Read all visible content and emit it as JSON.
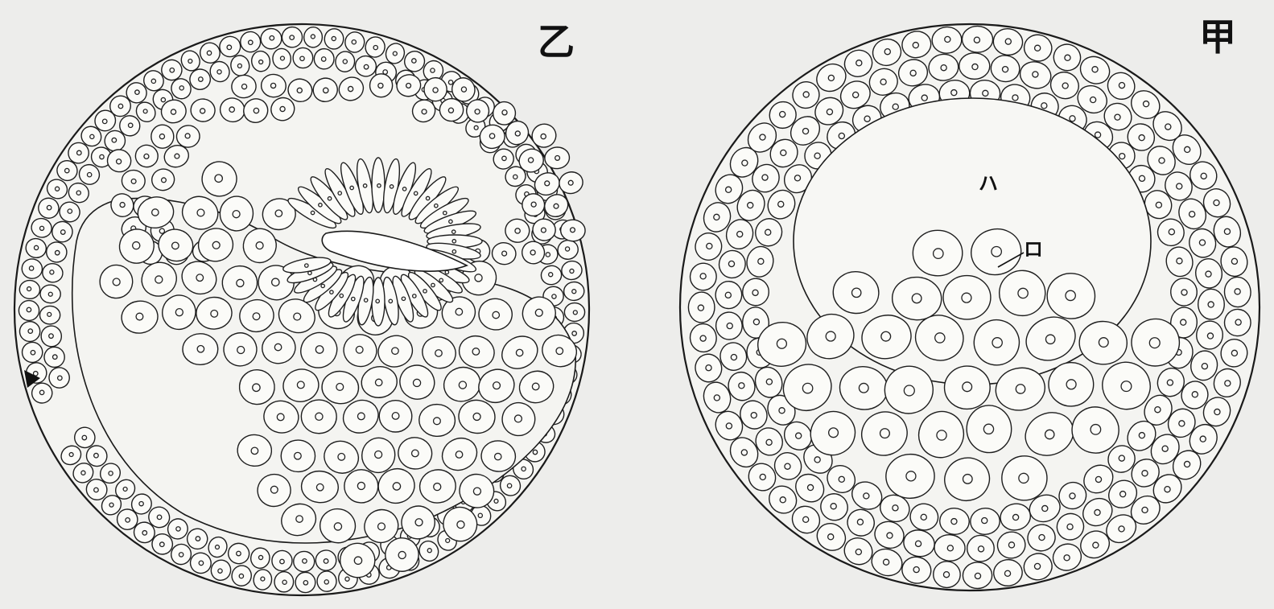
{
  "figure": {
    "panels": [
      {
        "id": "yi",
        "label": "乙",
        "stage": "gastrula-invaginating"
      },
      {
        "id": "jia",
        "label": "甲",
        "stage": "blastula-early-invagination"
      }
    ],
    "annotations": [
      {
        "panel": "jia",
        "label": "ハ",
        "target": "blastocoel-cavity"
      },
      {
        "panel": "jia",
        "label": "ロ",
        "target": "invaginating-endoderm-cell"
      }
    ],
    "colors": {
      "background": "#ededeb",
      "cell_fill": "#fbfbf8",
      "line": "#1e1e1e"
    },
    "style": "pen-and-ink cell drawing"
  }
}
